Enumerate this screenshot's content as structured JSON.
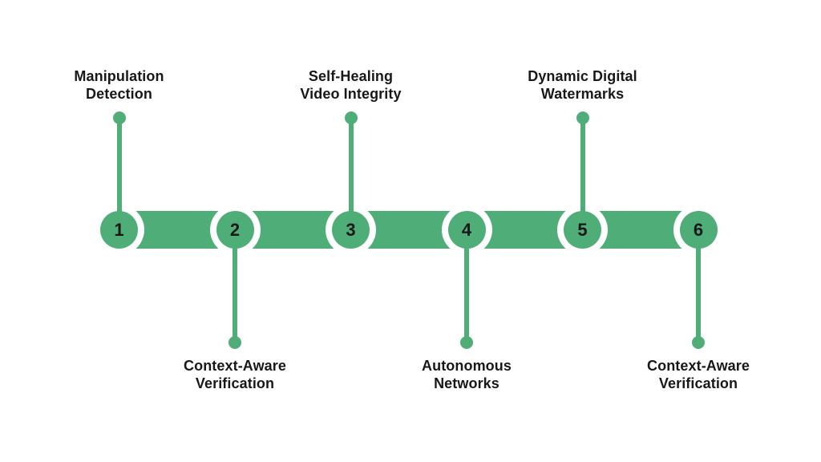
{
  "diagram": {
    "type": "timeline",
    "background_color": "#ffffff",
    "accent_color": "#4fad78",
    "text_color": "#181818",
    "nodes": [
      {
        "number": "1",
        "label": "Manipulation\nDetection",
        "side": "top"
      },
      {
        "number": "2",
        "label": "Context-Aware\nVerification",
        "side": "bottom"
      },
      {
        "number": "3",
        "label": "Self-Healing\nVideo Integrity",
        "side": "top"
      },
      {
        "number": "4",
        "label": "Autonomous\nNetworks",
        "side": "bottom"
      },
      {
        "number": "5",
        "label": "Dynamic Digital\nWatermarks",
        "side": "top"
      },
      {
        "number": "6",
        "label": "Context-Aware\nVerification",
        "side": "bottom"
      }
    ]
  }
}
